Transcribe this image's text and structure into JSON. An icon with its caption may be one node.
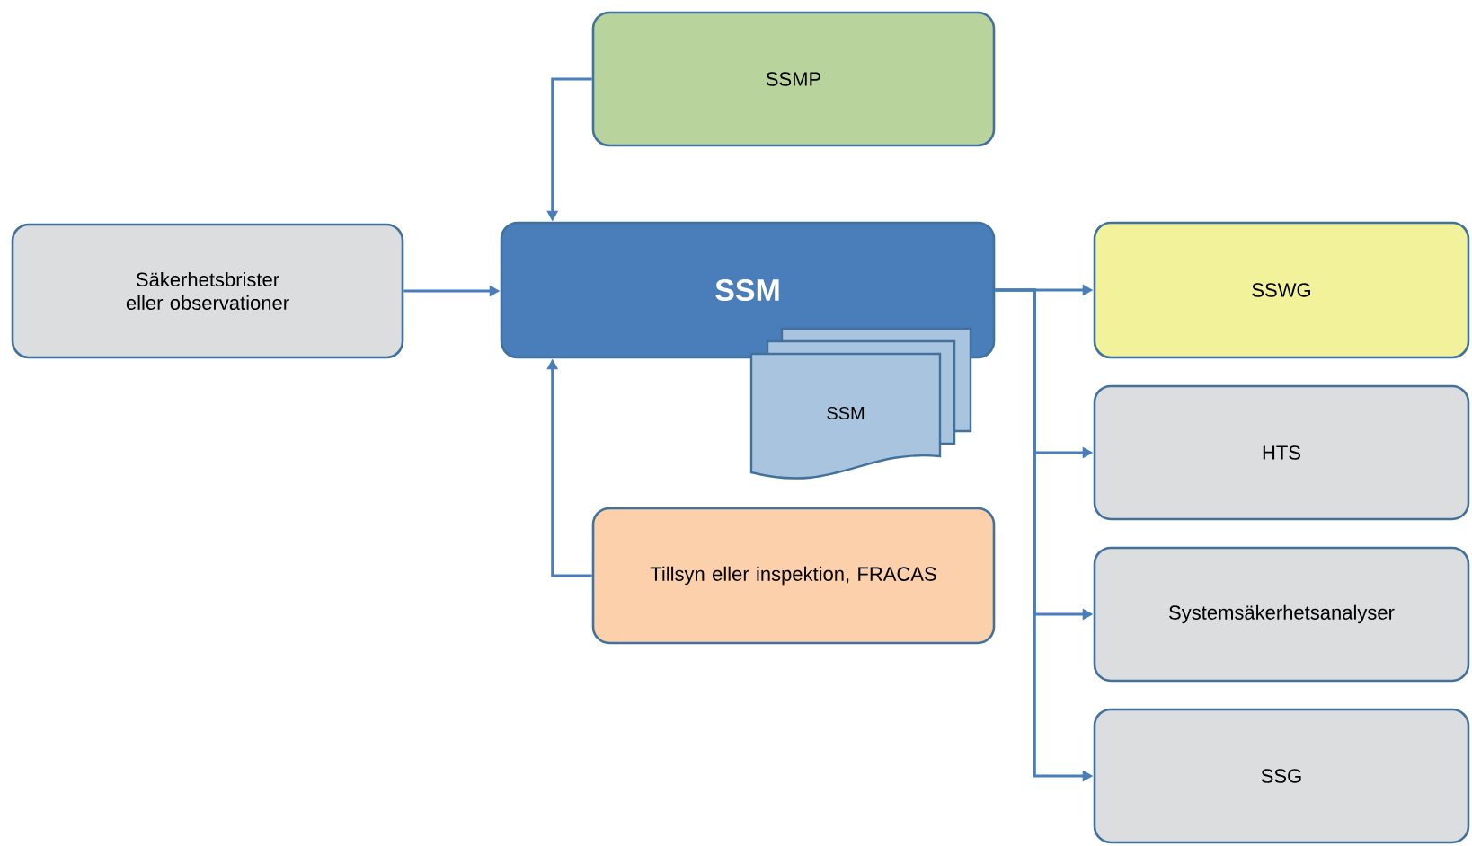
{
  "diagram": {
    "nodes": [
      {
        "text": [
          "Säkerhetsbrister eller observationer"
        ]
      },
      {
        "text": [
          "SSMP"
        ]
      },
      {
        "text": [
          "SSM"
        ]
      },
      {
        "text": [
          "SSM"
        ]
      },
      {
        "text": [
          "Tillsyn eller inspektion, FRACAS"
        ]
      },
      {
        "text": [
          "SSWG"
        ]
      },
      {
        "text": [
          "HTS"
        ]
      },
      {
        "text": [
          "Systemsäkerhetsanalyser"
        ]
      },
      {
        "text": [
          "SSG"
        ]
      }
    ],
    "edges": [
      {
        "from": 0,
        "to": 2,
        "arrow": "to"
      },
      {
        "from": 1,
        "to": 2,
        "arrow": "to"
      },
      {
        "from": 4,
        "to": 2,
        "arrow": "to"
      },
      {
        "from": 2,
        "to": 5,
        "arrow": "to"
      },
      {
        "from": 2,
        "to": 6,
        "arrow": "to"
      },
      {
        "from": 2,
        "to": 7,
        "arrow": "to"
      },
      {
        "from": 2,
        "to": 8,
        "arrow": "to"
      }
    ]
  }
}
